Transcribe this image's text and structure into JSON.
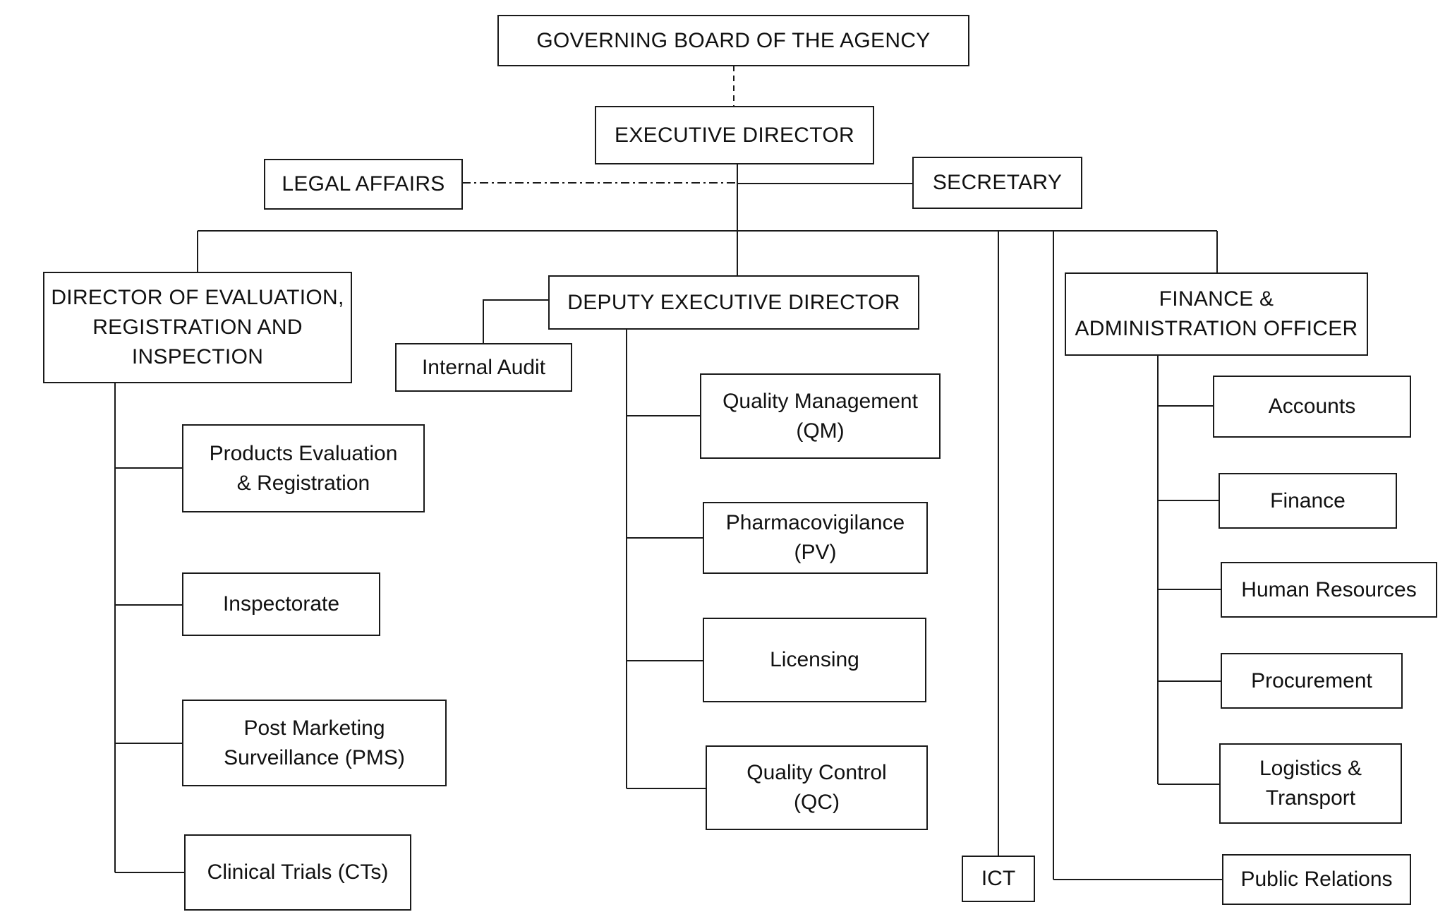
{
  "org_chart": {
    "governing_board": "GOVERNING BOARD OF THE AGENCY",
    "executive_director": "EXECUTIVE DIRECTOR",
    "legal_affairs": "LEGAL AFFAIRS",
    "secretary": "SECRETARY",
    "director_eri": "DIRECTOR OF EVALUATION,\nREGISTRATION AND\nINSPECTION",
    "deputy_executive_director": "DEPUTY EXECUTIVE DIRECTOR",
    "internal_audit": "Internal Audit",
    "finance_admin_officer": "FINANCE &\nADMINISTRATION OFFICER",
    "eri_units": [
      "Products Evaluation\n& Registration",
      "Inspectorate",
      "Post Marketing\nSurveillance (PMS)",
      "Clinical Trials (CTs)"
    ],
    "ded_units": [
      "Quality Management\n(QM)",
      "Pharmacovigilance\n(PV)",
      "Licensing",
      "Quality Control\n(QC)"
    ],
    "fao_units": [
      "Accounts",
      "Finance",
      "Human Resources",
      "Procurement",
      "Logistics &\nTransport"
    ],
    "ict": "ICT",
    "public_relations": "Public Relations"
  },
  "colors": {
    "line": "#1a1a1a",
    "box_border": "#1a1a1a",
    "background": "#ffffff"
  }
}
